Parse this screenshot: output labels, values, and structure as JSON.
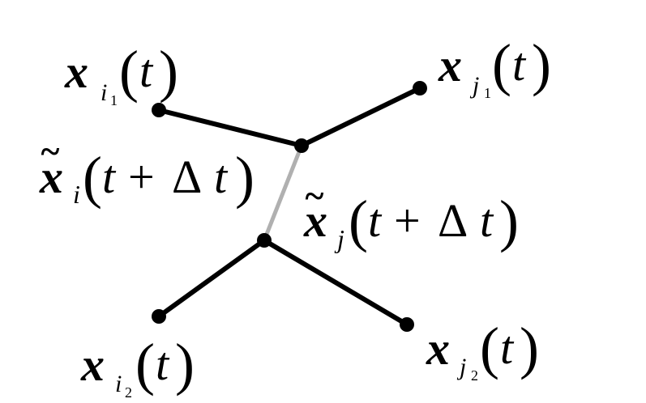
{
  "diagram": {
    "colors": {
      "edge": "#000000",
      "bridge": "#b0b0b0",
      "node": "#000000",
      "background": "#ffffff"
    },
    "labels": {
      "xi1": {
        "var": "x",
        "sub": "i",
        "subsub": "1",
        "arg": "t"
      },
      "xj1": {
        "var": "x",
        "sub": "j",
        "subsub": "1",
        "arg": "t"
      },
      "xi2": {
        "var": "x",
        "sub": "i",
        "subsub": "2",
        "arg": "t"
      },
      "xj2": {
        "var": "x",
        "sub": "j",
        "subsub": "2",
        "arg": "t"
      },
      "xti": {
        "var": "x",
        "tilde": "~",
        "sub": "i",
        "arg_t": "t",
        "plus": "+",
        "delta": "Δ",
        "arg_t2": "t"
      },
      "xtj": {
        "var": "x",
        "tilde": "~",
        "sub": "j",
        "arg_t": "t",
        "plus": "+",
        "delta": "Δ",
        "arg_t2": "t"
      },
      "lparen": "(",
      "rparen": ")"
    }
  }
}
